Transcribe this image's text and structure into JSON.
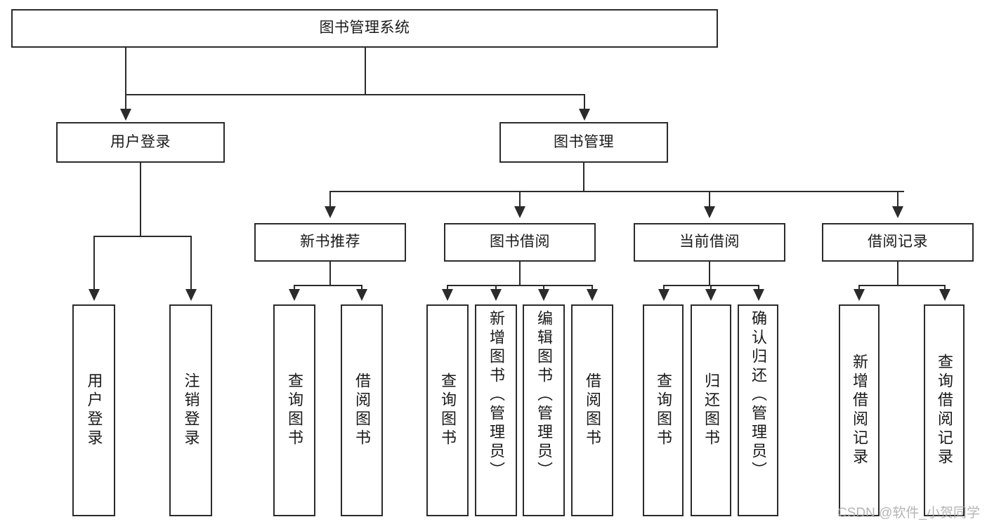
{
  "diagram": {
    "type": "hierarchy-tree",
    "title": "图书管理系统",
    "levels": 4,
    "root": {
      "id": "root",
      "label": "图书管理系统"
    },
    "level2": [
      {
        "id": "user-login",
        "label": "用户登录"
      },
      {
        "id": "book-manage",
        "label": "图书管理"
      }
    ],
    "level3": [
      {
        "id": "new-book-recommend",
        "label": "新书推荐",
        "parent": "book-manage"
      },
      {
        "id": "book-borrow",
        "label": "图书借阅",
        "parent": "book-manage"
      },
      {
        "id": "current-borrow",
        "label": "当前借阅",
        "parent": "book-manage"
      },
      {
        "id": "borrow-record",
        "label": "借阅记录",
        "parent": "book-manage"
      }
    ],
    "leaves": [
      {
        "id": "leaf-user-login",
        "label": "用户登录",
        "parent": "user-login"
      },
      {
        "id": "leaf-logout-login",
        "label": "注销登录",
        "parent": "user-login"
      },
      {
        "id": "leaf-query-book-1",
        "label": "查询图书",
        "parent": "new-book-recommend"
      },
      {
        "id": "leaf-borrow-book-1",
        "label": "借阅图书",
        "parent": "new-book-recommend"
      },
      {
        "id": "leaf-query-book-2",
        "label": "查询图书",
        "parent": "book-borrow"
      },
      {
        "id": "leaf-add-book",
        "label": "新增图书（管理员）",
        "parent": "book-borrow"
      },
      {
        "id": "leaf-edit-book",
        "label": "编辑图书（管理员）",
        "parent": "book-borrow"
      },
      {
        "id": "leaf-borrow-book-2",
        "label": "借阅图书",
        "parent": "book-borrow"
      },
      {
        "id": "leaf-query-book-3",
        "label": "查询图书",
        "parent": "current-borrow"
      },
      {
        "id": "leaf-return-book",
        "label": "归还图书",
        "parent": "current-borrow"
      },
      {
        "id": "leaf-confirm-return",
        "label": "确认归还（管理员）",
        "parent": "current-borrow"
      },
      {
        "id": "leaf-add-record",
        "label": "新增借阅记录",
        "parent": "borrow-record"
      },
      {
        "id": "leaf-query-record",
        "label": "查询借阅记录",
        "parent": "borrow-record"
      }
    ]
  },
  "watermark": {
    "text": "CSDN @软件_小贺同学"
  },
  "colors": {
    "stroke": "#2b2b2b",
    "fill": "#ffffff",
    "text": "#1a1a1a",
    "watermark": "#a9a9a9"
  }
}
